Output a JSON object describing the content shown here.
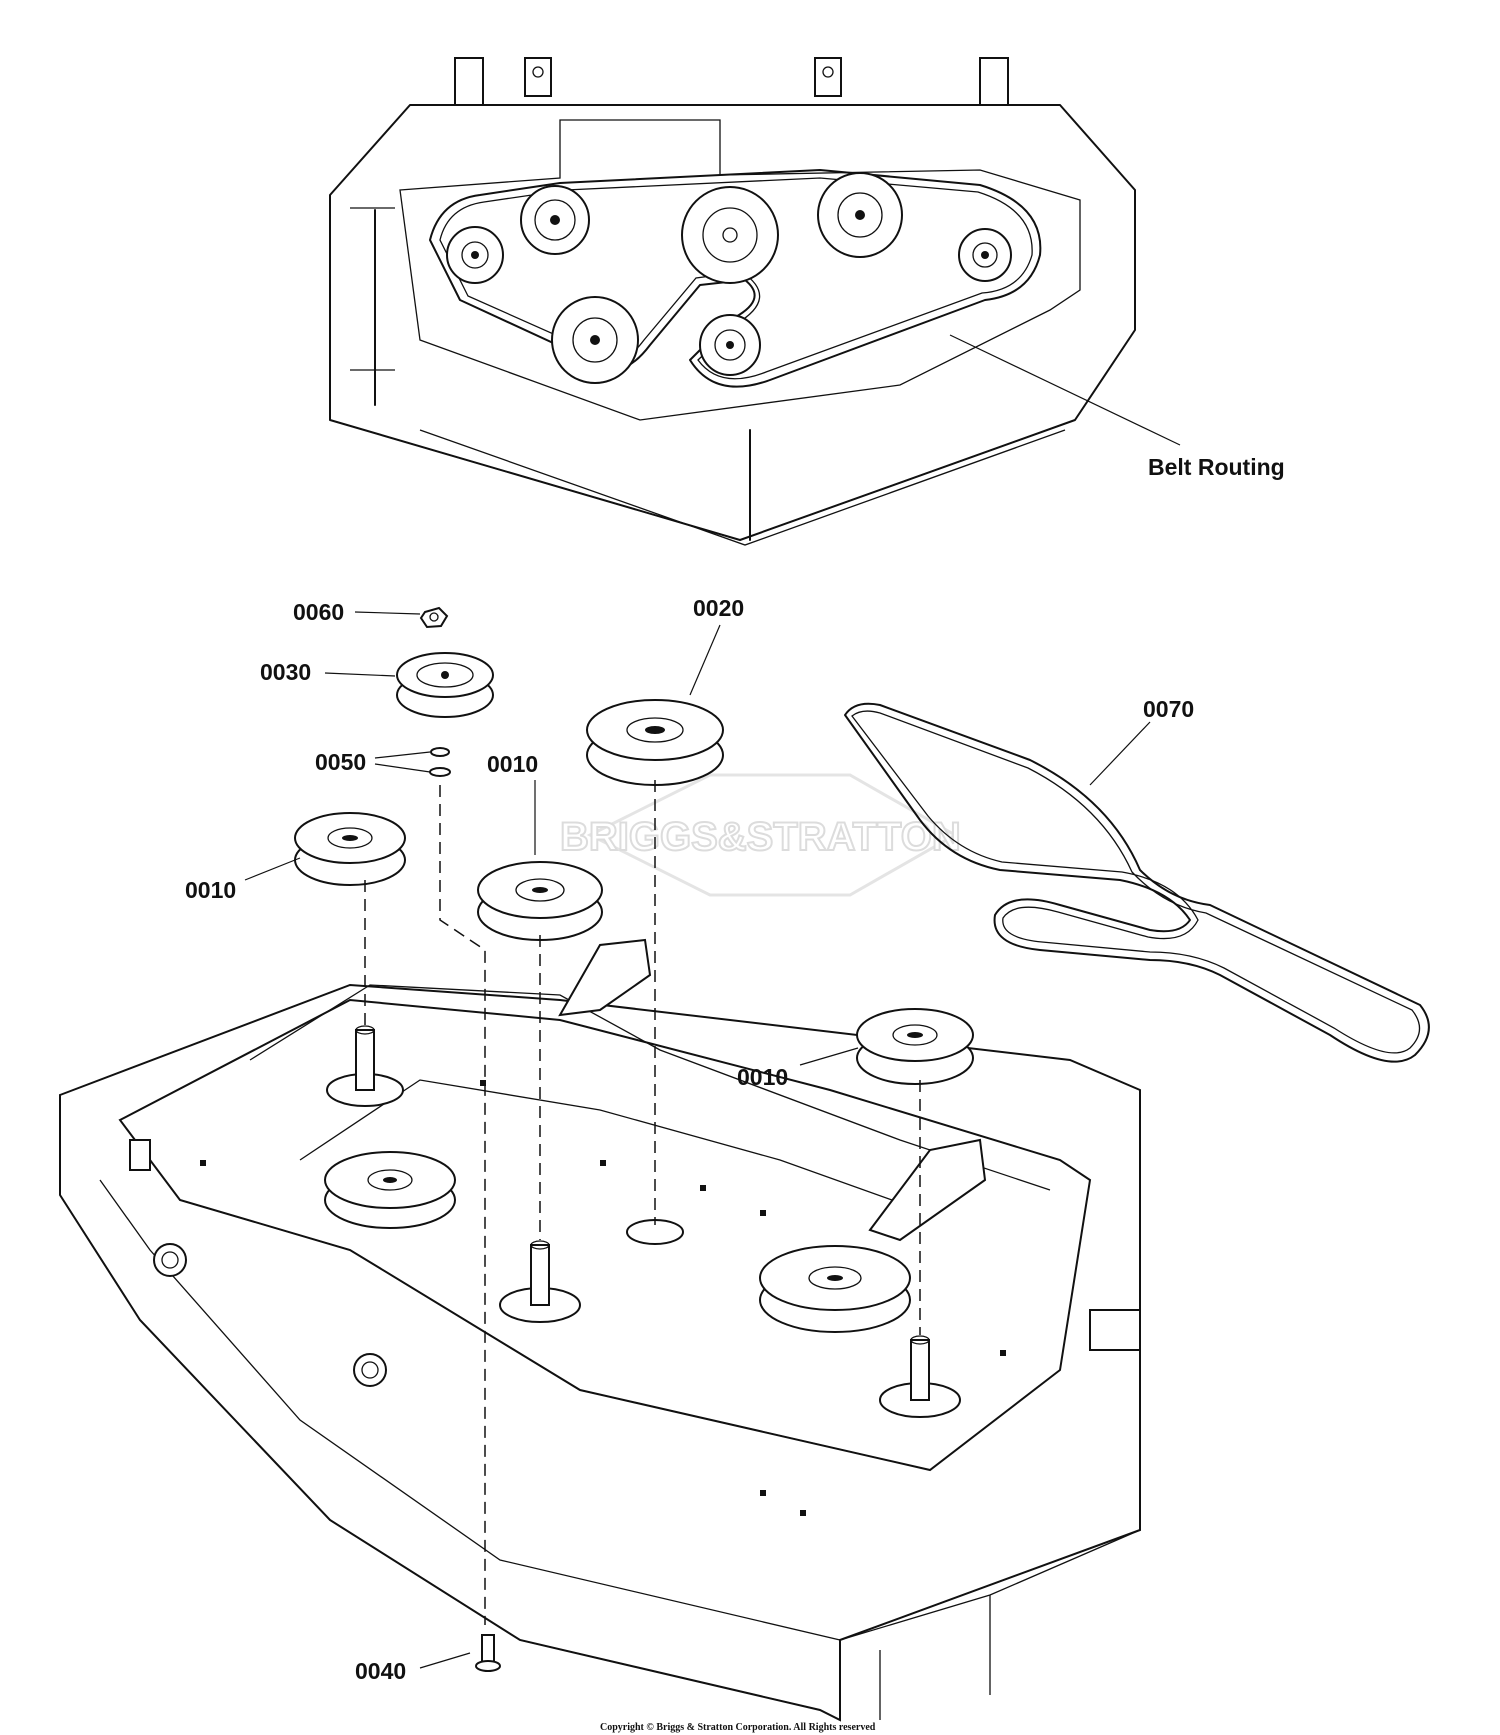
{
  "top_view": {
    "label": "Belt Routing"
  },
  "callouts": {
    "c0060": "0060",
    "c0030": "0030",
    "c0050": "0050",
    "c0020": "0020",
    "c0070": "0070",
    "c0010_left": "0010",
    "c0010_center": "0010",
    "c0010_right": "0010",
    "c0040": "0040"
  },
  "watermark": {
    "brand": "BRIGGS&STRATTON"
  },
  "copyright": "Copyright © Briggs & Stratton Corporation. All Rights reserved"
}
